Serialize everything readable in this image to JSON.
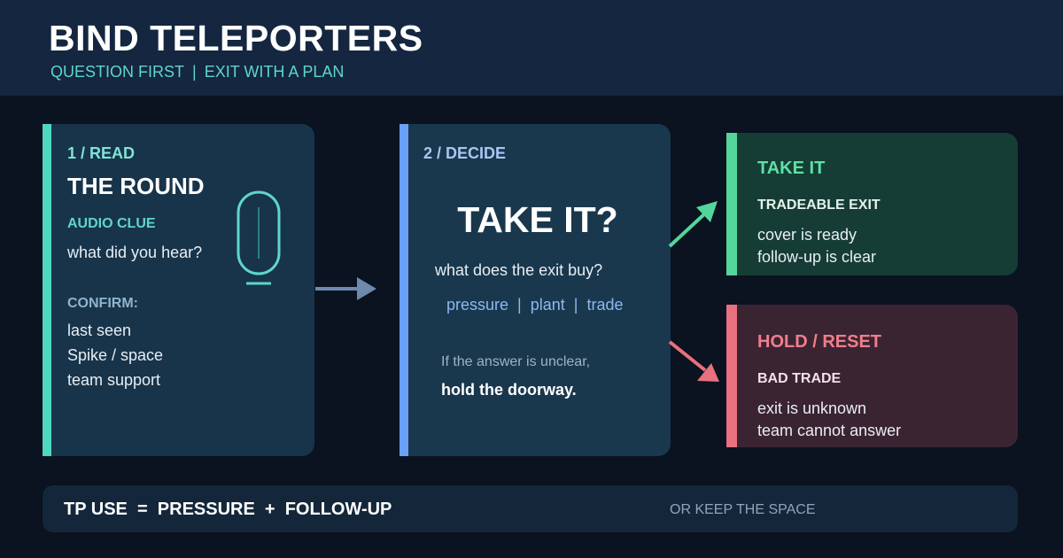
{
  "header": {
    "title": "BIND TELEPORTERS",
    "subtitle_left": "QUESTION FIRST",
    "subtitle_sep": "|",
    "subtitle_right": "EXIT WITH A PLAN"
  },
  "card_read": {
    "step": "1 / READ",
    "heading": "THE ROUND",
    "audio_label": "AUDIO CLUE",
    "audio_question": "what did you hear?",
    "confirm_label": "CONFIRM:",
    "confirm_items": [
      "last seen",
      "Spike / space",
      "team support"
    ]
  },
  "card_decide": {
    "step": "2 / DECIDE",
    "heading": "TAKE IT?",
    "question": "what does the exit buy?",
    "options": [
      "pressure",
      "plant",
      "trade"
    ],
    "option_sep": "|",
    "note": "If the answer is unclear,",
    "note_strong": "hold the doorway."
  },
  "card_take": {
    "heading": "TAKE IT",
    "label": "TRADEABLE EXIT",
    "lines": [
      "cover is ready",
      "follow-up is clear"
    ]
  },
  "card_hold": {
    "heading": "HOLD / RESET",
    "label": "BAD TRADE",
    "lines": [
      "exit is unknown",
      "team cannot answer"
    ]
  },
  "footer": {
    "formula": "TP USE  =  PRESSURE  +  FOLLOW-UP",
    "alt": "OR KEEP THE SPACE"
  },
  "colors": {
    "teal": "#4fd7bf",
    "blue": "#6aa0f5",
    "green": "#54d69a",
    "red": "#e8707f"
  }
}
